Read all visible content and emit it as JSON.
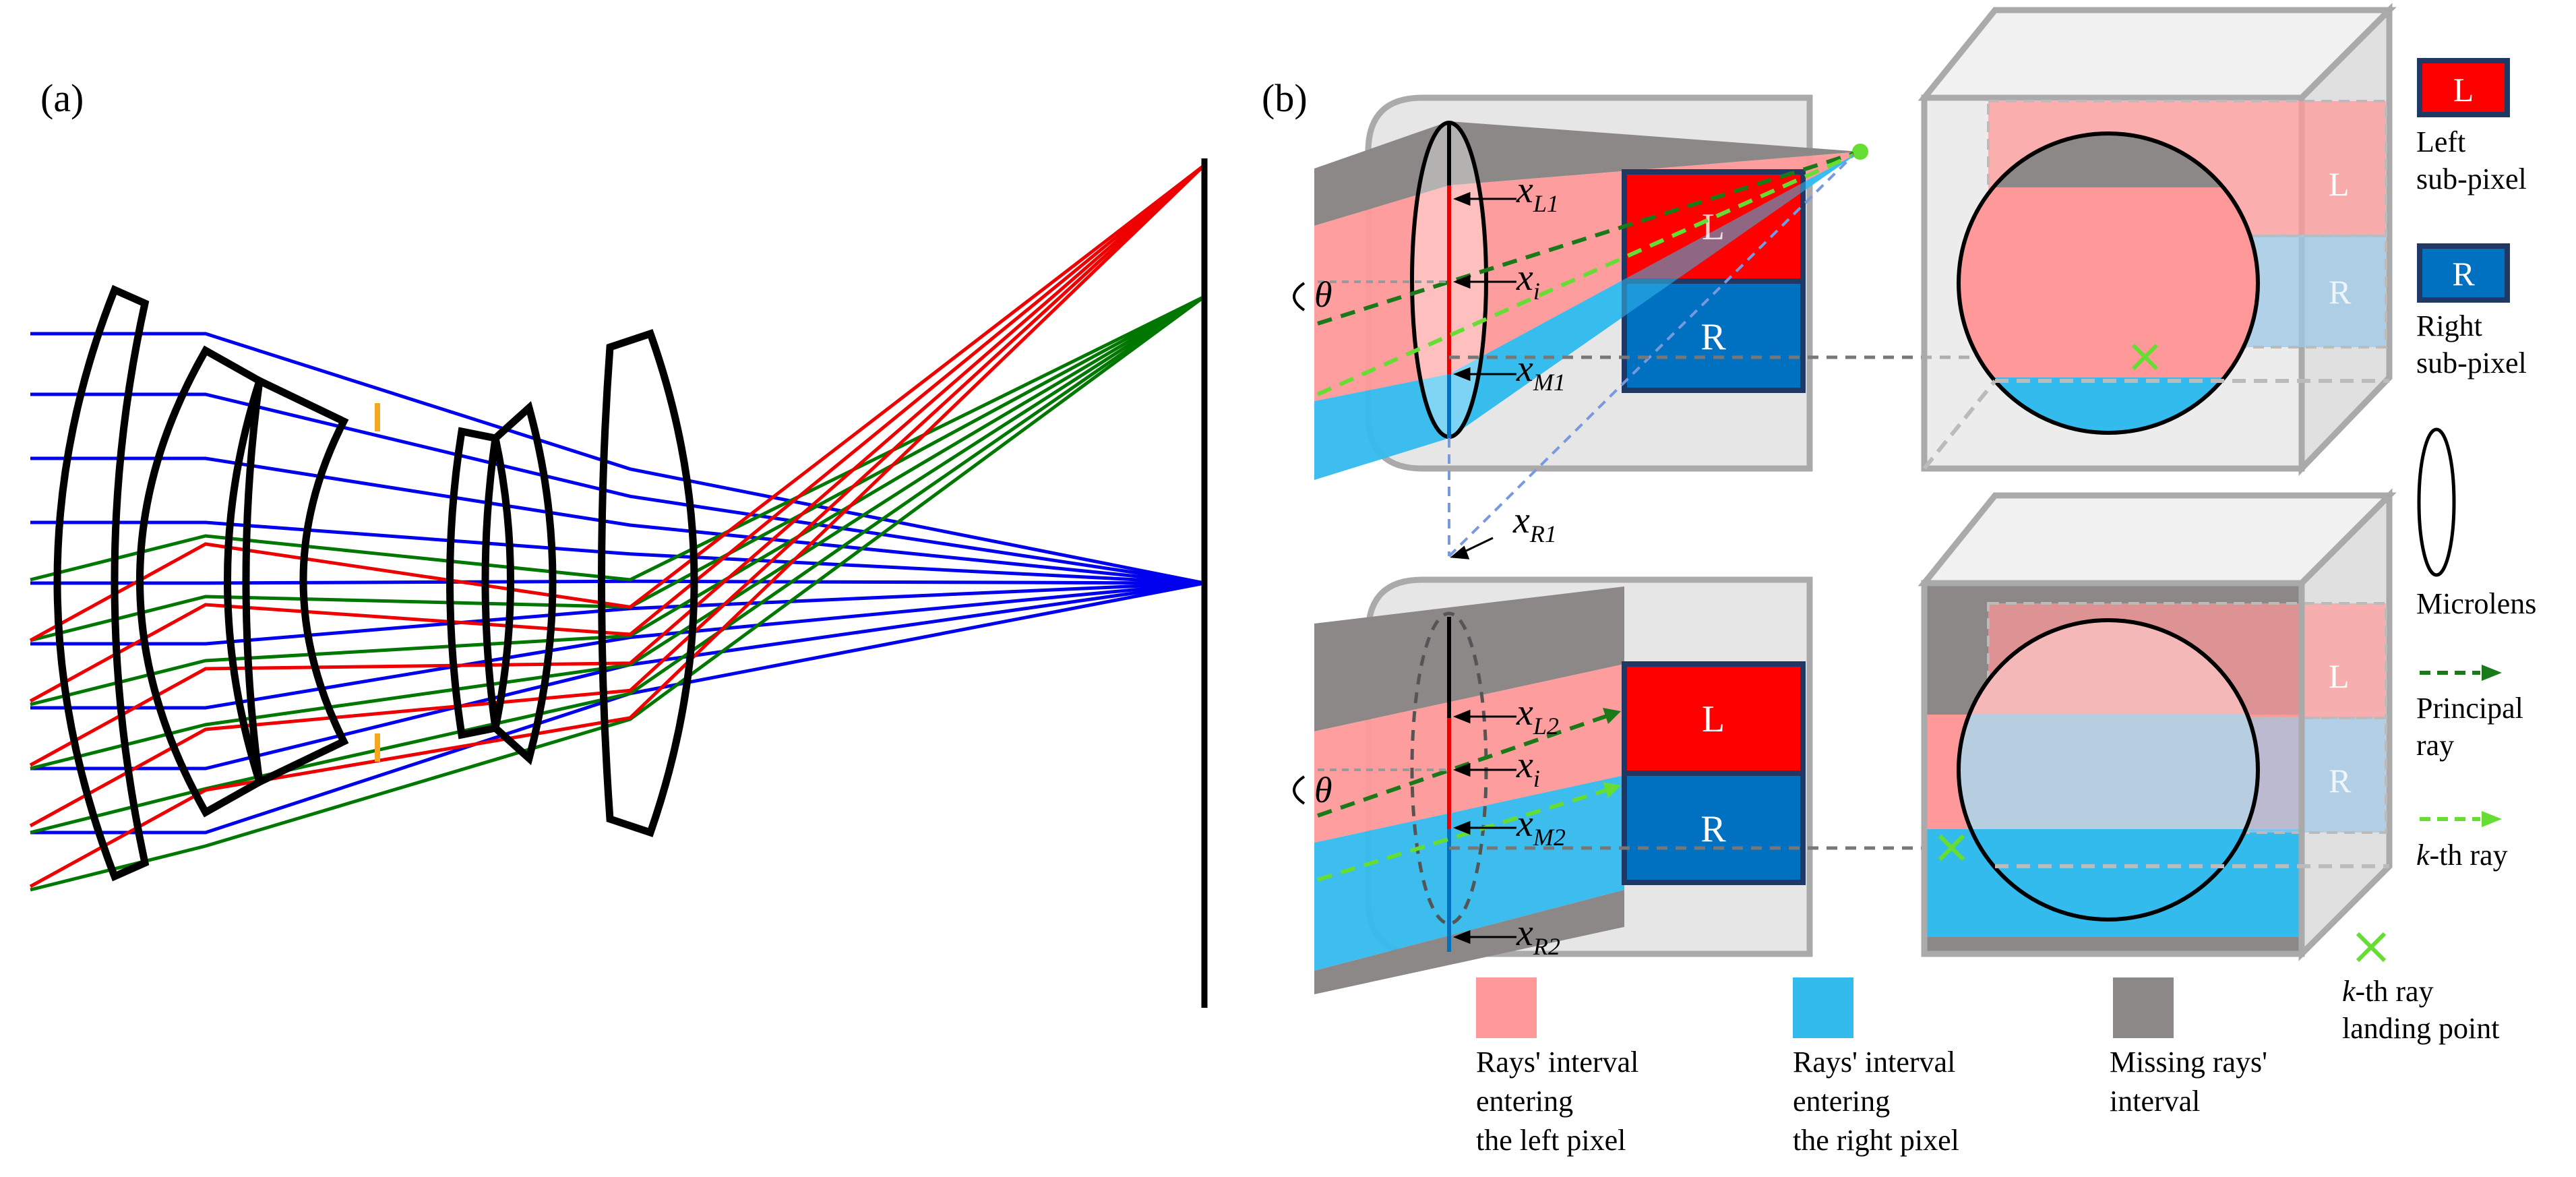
{
  "panels": {
    "a": {
      "label": "(a)"
    },
    "b": {
      "label": "(b)"
    }
  },
  "pixels": {
    "left_letter": "L",
    "right_letter": "R"
  },
  "symbols": {
    "theta": "θ",
    "x": "x",
    "sub_L1": "L1",
    "sub_i": "i",
    "sub_M1": "M1",
    "sub_R1": "R1",
    "sub_L2": "L2",
    "sub_M2": "M2",
    "sub_R2": "R2"
  },
  "legend": {
    "left_subpixel": {
      "letter": "L",
      "line1": "Left",
      "line2": "sub-pixel",
      "color": "#ff0000"
    },
    "right_subpixel": {
      "letter": "R",
      "line1": "Right",
      "line2": "sub-pixel",
      "color": "#0070c0"
    },
    "microlens": {
      "label": "Microlens"
    },
    "principal_ray": {
      "line1": "Principal",
      "line2": "ray",
      "color": "#1a7a1a"
    },
    "kth_ray": {
      "k": "k",
      "line1_rest": "-th ray",
      "color": "#66dd33"
    },
    "landing_point": {
      "k": "k",
      "line1_rest": "-th ray",
      "line2": "landing point"
    }
  },
  "bottom_legend": {
    "left_interval": {
      "line1": "Rays' interval",
      "line2": "entering",
      "line3": "the left pixel",
      "color": "#ff9999"
    },
    "right_interval": {
      "line1": "Rays' interval",
      "line2": "entering",
      "line3": "the right pixel",
      "color": "#33bbee"
    },
    "missing_interval": {
      "line1": "Missing rays'",
      "line2": "interval",
      "color": "#8c8888"
    }
  },
  "colors": {
    "lens_outline": "#000000",
    "ray_blue": "#0000ee",
    "ray_green": "#007700",
    "ray_red": "#ee0000",
    "stop": "#f5a623",
    "housing": "#e6e6e6",
    "housing_edge": "#aaaaaa",
    "pink": "#ff9999",
    "cyan": "#33bbee",
    "gray": "#8c8888",
    "pixel_red": "#ff0000",
    "pixel_blue": "#0070c0"
  }
}
